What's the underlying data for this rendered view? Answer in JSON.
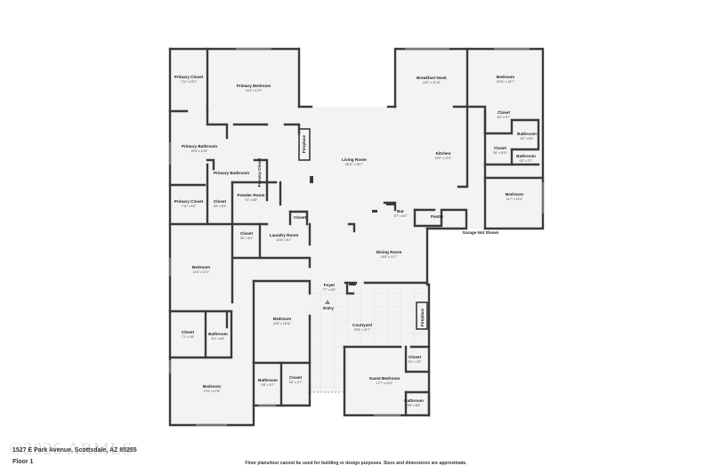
{
  "plan": {
    "rooms": [
      {
        "id": "primary-closet-1",
        "name": "Primary Closet",
        "dim": "7'11\" x 13'2\""
      },
      {
        "id": "primary-bedroom",
        "name": "Primary Bedroom",
        "dim": "16'3\" x 17'9\""
      },
      {
        "id": "primary-bathroom",
        "name": "Primary Bathroom",
        "dim": "20'3\" x 10'8\""
      },
      {
        "id": "primary-bathroom-2",
        "name": "Primary Bathroom",
        "dim": ""
      },
      {
        "id": "primary-closet-v",
        "name": "Primary Closet",
        "dim": ""
      },
      {
        "id": "fireplace-living",
        "name": "Fireplace",
        "dim": ""
      },
      {
        "id": "living-room",
        "name": "Living Room",
        "dim": "28'11\" x 26'7\""
      },
      {
        "id": "breakfast-nook",
        "name": "Breakfast Nook",
        "dim": "16'0\" x 11'10\""
      },
      {
        "id": "kitchen",
        "name": "Kitchen",
        "dim": "19'0\" x 21'0\""
      },
      {
        "id": "bedroom-ne",
        "name": "Bedroom",
        "dim": "15'11\" x 16'7\""
      },
      {
        "id": "closet-ne",
        "name": "Closet",
        "dim": "6'0\" x 5'7\""
      },
      {
        "id": "bathroom-ne-1",
        "name": "Bathroom",
        "dim": "8'2\" x 6'0\""
      },
      {
        "id": "closet-ne-2",
        "name": "Closet",
        "dim": "3'6\" x 5'11\""
      },
      {
        "id": "bathroom-ne-2",
        "name": "Bathroom",
        "dim": "6'3\" x 2'7\""
      },
      {
        "id": "bedroom-e",
        "name": "Bedroom",
        "dim": "11'7\" x 13'3\""
      },
      {
        "id": "primary-closet-2",
        "name": "Primary Closet",
        "dim": "7'11\" x 8'3\""
      },
      {
        "id": "closet-primary",
        "name": "Closet",
        "dim": "3'6\" x 8'3\""
      },
      {
        "id": "powder-room",
        "name": "Powder Room",
        "dim": "7'4\" x 5'8\""
      },
      {
        "id": "closet-small",
        "name": "Closet",
        "dim": ""
      },
      {
        "id": "bar",
        "name": "Bar",
        "dim": "5'7\" x 6'2\""
      },
      {
        "id": "pantry",
        "name": "Pantry",
        "dim": ""
      },
      {
        "id": "closet-laundry",
        "name": "Closet",
        "dim": "3'6\" x 6'1\""
      },
      {
        "id": "laundry-room",
        "name": "Laundry Room",
        "dim": "10'5\" x 6'1\""
      },
      {
        "id": "dining-room",
        "name": "Dining Room",
        "dim": "16'5\" x 11'7\""
      },
      {
        "id": "bedroom-w",
        "name": "Bedroom",
        "dim": "12'3\" x 17'1\""
      },
      {
        "id": "foyer",
        "name": "Foyer",
        "dim": "7'7\" x 6'0\""
      },
      {
        "id": "entry",
        "name": "Entry",
        "dim": ""
      },
      {
        "id": "bedroom-center",
        "name": "Bedroom",
        "dim": "11'8\" x 16'11\""
      },
      {
        "id": "courtyard",
        "name": "Courtyard",
        "dim": "20'8\" x 22'7\""
      },
      {
        "id": "fireplace-court",
        "name": "Fireplace",
        "dim": ""
      },
      {
        "id": "closet-sw",
        "name": "Closet",
        "dim": "7'1\" x 4'8\""
      },
      {
        "id": "bathroom-sw",
        "name": "Bathroom",
        "dim": "5'1\" x 6'8\""
      },
      {
        "id": "closet-guest",
        "name": "Closet",
        "dim": "5'1\" x 2'3\""
      },
      {
        "id": "bathroom-center",
        "name": "Bathroom",
        "dim": "5'8\" x 8'7\""
      },
      {
        "id": "closet-center",
        "name": "Closet",
        "dim": "3'6\" x 4'7\""
      },
      {
        "id": "guest-bedroom",
        "name": "Guest Bedroom",
        "dim": "17'7\" x 14'2\""
      },
      {
        "id": "bedroom-sw",
        "name": "Bedroom",
        "dim": "17'6\" x 17'8\""
      },
      {
        "id": "bathroom-guest",
        "name": "Bathroom",
        "dim": "5'9\" x 8'8\""
      }
    ],
    "garage_note": "Garage Not Shown"
  },
  "footer": {
    "address": "1527 E Park Avenue, Scottsdale, AZ 85255",
    "floor": "Floor 1",
    "disclaimer": "Floor plans/tour cannot be used for building or design purposes. Sizes and dimensions are approximate.",
    "watermark": "©2026 ARMLS"
  },
  "colors": {
    "wall": "#3a3a3a",
    "floor": "#f3f3f3",
    "outline": "#9a9a9a"
  }
}
